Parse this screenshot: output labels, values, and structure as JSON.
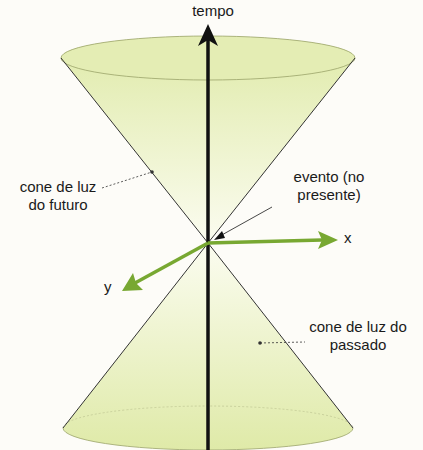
{
  "diagram": {
    "labels": [
      "tempo",
      "cone de luz do futuro",
      "evento (no presente)",
      "x",
      "y",
      "cone de luz do passado"
    ]
  }
}
